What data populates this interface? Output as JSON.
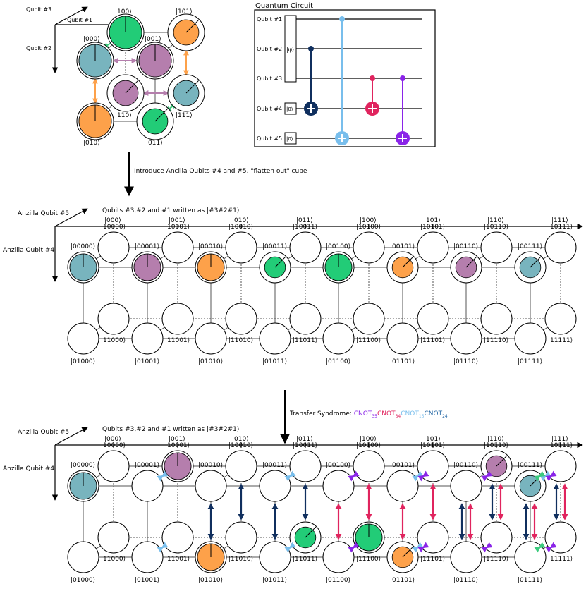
{
  "cube": {
    "axis_labels": [
      "Qubit #3",
      "Qubit #1",
      "Qubit #2"
    ],
    "nodes": [
      {
        "label": "|000⟩",
        "fill": "#78B4BE",
        "p": 1.0
      },
      {
        "label": "|100⟩",
        "fill": "#22CC77",
        "p": 1.0
      },
      {
        "label": "|001⟩",
        "fill": "#B57EAD",
        "p": 1.0
      },
      {
        "label": "|101⟩",
        "fill": "#FDA14A",
        "p": 0.78
      },
      {
        "label": "|010⟩",
        "fill": "#FDA14A",
        "p": 1.0
      },
      {
        "label": "|110⟩",
        "fill": "#B57EAD",
        "p": 0.78
      },
      {
        "label": "|011⟩",
        "fill": "#22CC77",
        "p": 0.78
      },
      {
        "label": "|111⟩",
        "fill": "#78B4BE",
        "p": 0.78
      }
    ]
  },
  "circuit": {
    "title": "Quantum Circuit",
    "qubits": [
      "Qubit #1",
      "Qubit #2",
      "Qubit #3",
      "Qubit #4",
      "Qubit #5"
    ],
    "psi": "|ψ⟩",
    "zero": "|0⟩",
    "gates": [
      {
        "control": 2,
        "target": 4,
        "color": "#102F5E"
      },
      {
        "control": 1,
        "target": 5,
        "color": "#78BEEC"
      },
      {
        "control": 3,
        "target": 4,
        "color": "#E0245E"
      },
      {
        "control": 3,
        "target": 5,
        "color": "#8A24E8"
      }
    ]
  },
  "step1": {
    "caption": "Introduce Ancilla Qubits #4 and #5, \"flatten out\" cube"
  },
  "step2": {
    "caption": "Transfer Syndrome: ",
    "cnots": [
      {
        "name": "CNOT",
        "sub": "35",
        "color": "#8A24E8"
      },
      {
        "name": "CNOT",
        "sub": "34",
        "color": "#E0245E"
      },
      {
        "name": "CNOT",
        "sub": "15",
        "color": "#78BEEC"
      },
      {
        "name": "CNOT",
        "sub": "24",
        "color": "#2A6CA8"
      }
    ]
  },
  "grid_axes": {
    "ancilla5": "Anzilla Qubit #5",
    "ancilla4": "Anzilla Qubit #4",
    "subtitle": "Qubits #3,#2 and #1 written as |#3#2#1⟩",
    "ticks": [
      "|000⟩",
      "|001⟩",
      "|010⟩",
      "|011⟩",
      "|100⟩",
      "|101⟩",
      "|110⟩",
      "|111⟩"
    ]
  },
  "grid1": {
    "row10": [
      {
        "label": "|10000⟩"
      },
      {
        "label": "|10001⟩"
      },
      {
        "label": "|10010⟩"
      },
      {
        "label": "|10011⟩"
      },
      {
        "label": "|10100⟩"
      },
      {
        "label": "|10101⟩"
      },
      {
        "label": "|10110⟩"
      },
      {
        "label": "|10111⟩"
      }
    ],
    "row00": [
      {
        "label": "|00000⟩",
        "fill": "#78B4BE",
        "p": 1.0
      },
      {
        "label": "|00001⟩",
        "fill": "#B57EAD",
        "p": 1.0
      },
      {
        "label": "|00010⟩",
        "fill": "#FDA14A",
        "p": 1.0
      },
      {
        "label": "|00011⟩",
        "fill": "#22CC77",
        "p": 0.78
      },
      {
        "label": "|00100⟩",
        "fill": "#22CC77",
        "p": 1.0
      },
      {
        "label": "|00101⟩",
        "fill": "#FDA14A",
        "p": 0.78
      },
      {
        "label": "|00110⟩",
        "fill": "#B57EAD",
        "p": 0.78
      },
      {
        "label": "|00111⟩",
        "fill": "#78B4BE",
        "p": 0.78
      }
    ],
    "row11": [
      {
        "label": "|11000⟩"
      },
      {
        "label": "|11001⟩"
      },
      {
        "label": "|11010⟩"
      },
      {
        "label": "|11011⟩"
      },
      {
        "label": "|11100⟩"
      },
      {
        "label": "|11101⟩"
      },
      {
        "label": "|11110⟩"
      },
      {
        "label": "|11111⟩"
      }
    ],
    "row01": [
      {
        "label": "|01000⟩"
      },
      {
        "label": "|01001⟩"
      },
      {
        "label": "|01010⟩"
      },
      {
        "label": "|01011⟩"
      },
      {
        "label": "|01100⟩"
      },
      {
        "label": "|01101⟩"
      },
      {
        "label": "|01110⟩"
      },
      {
        "label": "|01111⟩"
      }
    ]
  },
  "grid2": {
    "row10": [
      {
        "label": "|10000⟩"
      },
      {
        "label": "|10001⟩",
        "fill": "#B57EAD",
        "p": 1.0
      },
      {
        "label": "|10010⟩"
      },
      {
        "label": "|10011⟩"
      },
      {
        "label": "|10100⟩"
      },
      {
        "label": "|10101⟩"
      },
      {
        "label": "|10110⟩",
        "fill": "#B57EAD",
        "p": 0.78
      },
      {
        "label": "|10111⟩"
      }
    ],
    "row00": [
      {
        "label": "|00000⟩",
        "fill": "#78B4BE",
        "p": 1.0
      },
      {
        "label": "|00001⟩"
      },
      {
        "label": "|00010⟩"
      },
      {
        "label": "|00011⟩"
      },
      {
        "label": "|00100⟩"
      },
      {
        "label": "|00101⟩"
      },
      {
        "label": "|00110⟩"
      },
      {
        "label": "|00111⟩",
        "fill": "#78B4BE",
        "p": 0.78
      }
    ],
    "row11": [
      {
        "label": "|11000⟩"
      },
      {
        "label": "|11001⟩"
      },
      {
        "label": "|11010⟩"
      },
      {
        "label": "|11011⟩",
        "fill": "#22CC77",
        "p": 0.78
      },
      {
        "label": "|11100⟩",
        "fill": "#22CC77",
        "p": 1.0
      },
      {
        "label": "|11101⟩"
      },
      {
        "label": "|11110⟩"
      },
      {
        "label": "|11111⟩"
      }
    ],
    "row01": [
      {
        "label": "|01000⟩"
      },
      {
        "label": "|01001⟩"
      },
      {
        "label": "|01010⟩",
        "fill": "#FDA14A",
        "p": 1.0
      },
      {
        "label": "|01011⟩"
      },
      {
        "label": "|01100⟩"
      },
      {
        "label": "|01101⟩",
        "fill": "#FDA14A",
        "p": 0.78
      },
      {
        "label": "|01110⟩"
      },
      {
        "label": "|01111⟩"
      }
    ]
  }
}
